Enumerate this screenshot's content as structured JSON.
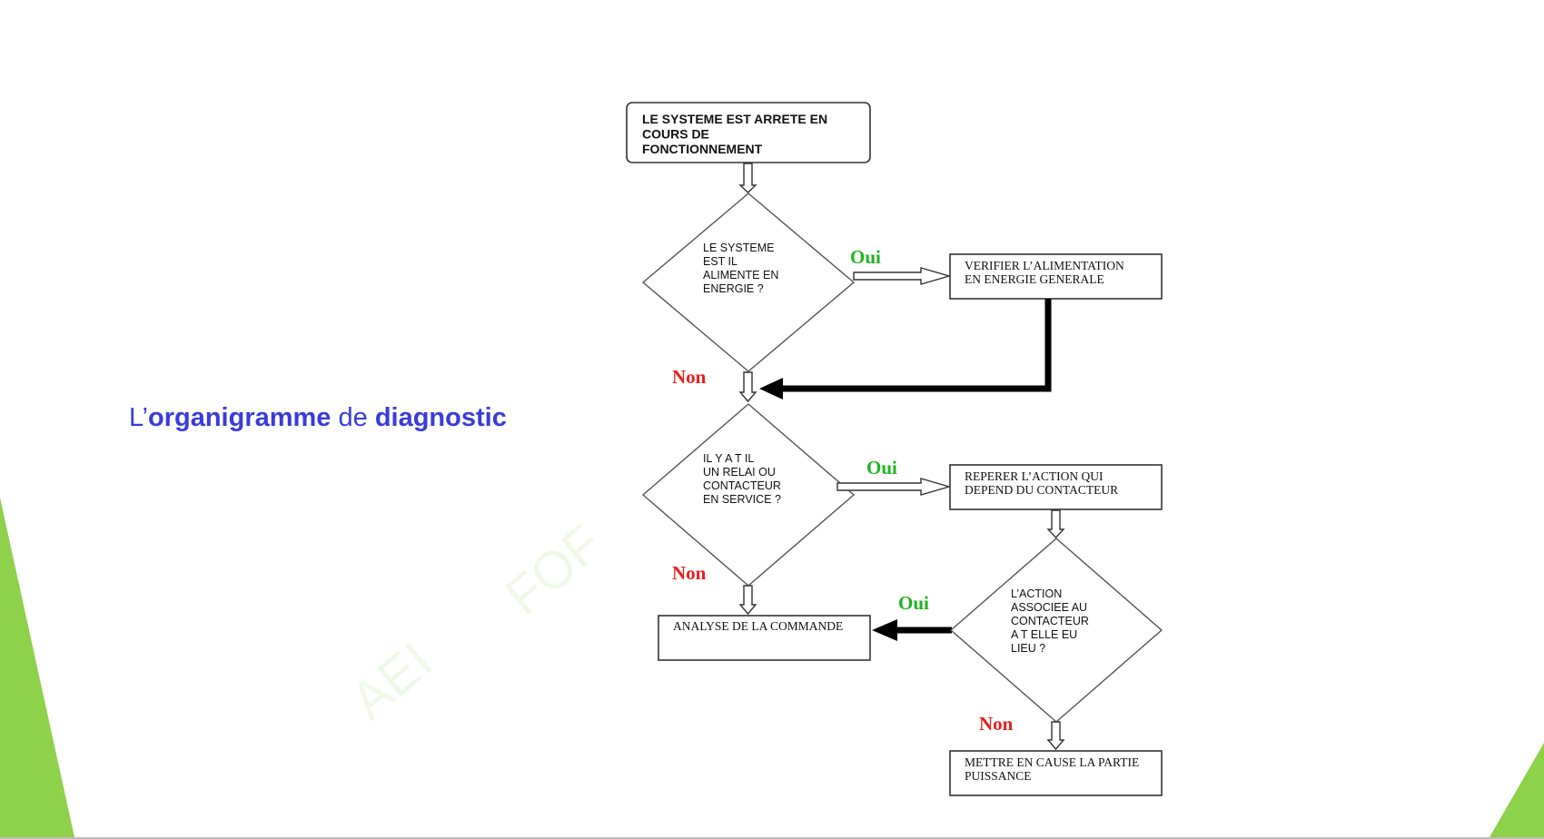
{
  "slide": {
    "title_parts": [
      "L’",
      "organigramme",
      " de ",
      "diagnostic"
    ],
    "watermark": [
      "AEI",
      "FOF"
    ],
    "accent_green": "#8ed14a",
    "title_color": "#3b3bdc"
  },
  "flowchart": {
    "start": [
      "LE SYSTEME EST ARRETE EN",
      "COURS DE",
      "FONCTIONNEMENT"
    ],
    "q1": [
      "LE SYSTEME",
      "EST IL",
      "ALIMENTE EN",
      "ENERGIE ?"
    ],
    "a1": [
      "VERIFIER L’ALIMENTATION",
      "EN ENERGIE GENERALE"
    ],
    "q2": [
      "IL Y A T IL",
      "UN RELAI OU",
      "CONTACTEUR",
      " EN SERVICE ?"
    ],
    "a2": [
      "REPERER L’ACTION QUI",
      "DEPEND DU CONTACTEUR"
    ],
    "q3": [
      "L’ACTION",
      "ASSOCIEE AU",
      "CONTACTEUR",
      "A T ELLE EU",
      "LIEU ?"
    ],
    "a3": "ANALYSE DE LA COMMANDE",
    "a4": [
      "METTRE EN CAUSE LA PARTIE",
      "PUISSANCE"
    ],
    "labels": {
      "yes": "Oui",
      "no": "Non",
      "yes_color": "#1fb51f",
      "no_color": "#e81e1e"
    }
  }
}
